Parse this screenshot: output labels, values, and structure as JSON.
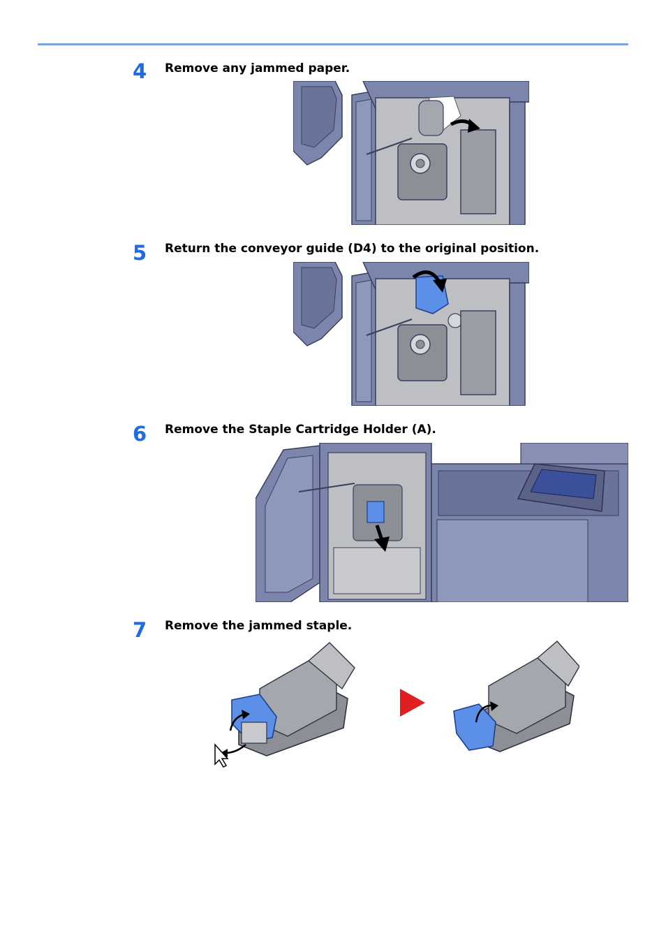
{
  "steps": [
    {
      "number": "4",
      "text": "Remove any jammed paper."
    },
    {
      "number": "5",
      "text": "Return the conveyor guide (D4) to the original position."
    },
    {
      "number": "6",
      "text": "Remove the Staple Cartridge Holder (A)."
    },
    {
      "number": "7",
      "text": "Remove the jammed staple."
    }
  ],
  "colors": {
    "accent_blue": "#1f6be0",
    "rule_blue": "#7aa3e6",
    "machine_body": "#7c86ad",
    "machine_dark": "#555e88",
    "interior_gray": "#bdbfc3",
    "part_blue": "#5b8fe8",
    "arrow_red": "#e02020"
  },
  "icons": [
    "curved-arrow-icon",
    "down-arrow-icon",
    "next-step-arrow-icon",
    "pointer-cursor-icon"
  ]
}
